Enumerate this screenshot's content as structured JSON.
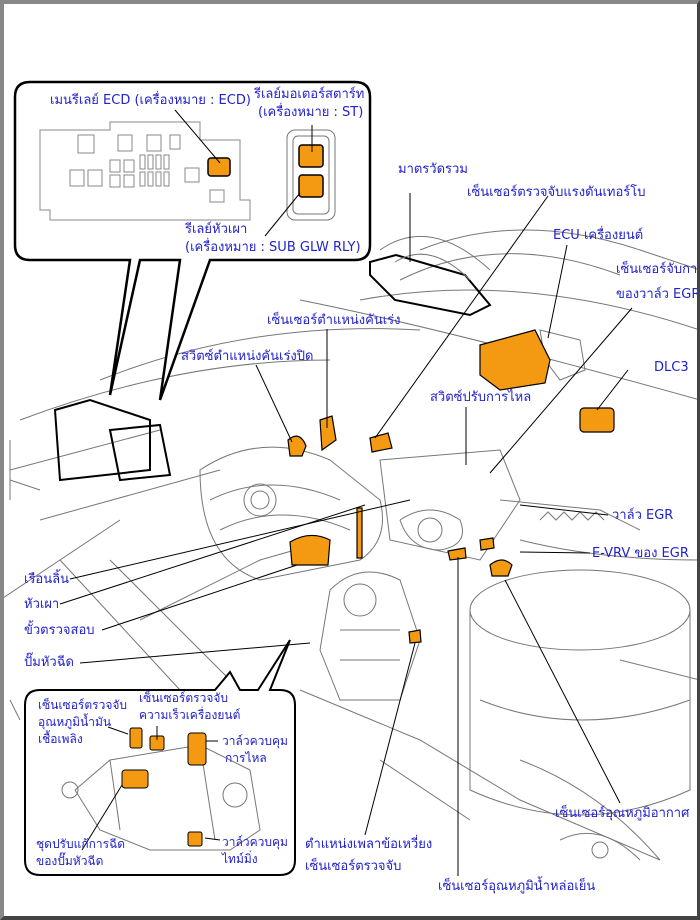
{
  "diagram": {
    "title": "Engine component location diagram (Thai labels)",
    "colors": {
      "label_text": "#2222cc",
      "component_fill": "#f39a12",
      "line": "#000000",
      "sketch": "#777777"
    },
    "relay_box_callout": {
      "labels": {
        "ecd_relay": "เมนรีเลย์ ECD (เครื่องหมาย : ECD)",
        "starter_relay_1": "รีเลย์มอเตอร์สตาร์ท",
        "starter_relay_2": "(เครื่องหมาย : ST)",
        "glow_relay_1": "รีเลย์หัวเผา",
        "glow_relay_2": "(เครื่องหมาย : SUB GLW RLY)"
      }
    },
    "engine_labels": {
      "combination_meter": "มาตรวัดรวม",
      "turbo_pressure_sensor": "เซ็นเซอร์ตรวจจับแรงดันเทอร์โบ",
      "engine_ecu": "ECU เครื่องยนต์",
      "egr_sensor_1": "เซ็นเซอร์จับกา",
      "egr_sensor_2": "ของวาล์ว EGR",
      "accel_position_sensor": "เซ็นเซอร์ตำแหน่งคันเร่ง",
      "idle_switch": "สวิตซ์ตำแหน่งคันเร่งปิด",
      "flow_adjust_switch": "สวิตซ์ปรับการไหล",
      "dlc3": "DLC3",
      "egr_valve": "วาล์ว EGR",
      "egr_evrv": "E-VRV ของ EGR",
      "throttle_body": "เรือนลิ้น",
      "glow_plug": "หัวเผา",
      "check_terminal": "ขั้วตรวจสอบ",
      "injection_pump": "ปั๊มหัวฉีด",
      "crank_sensor_1": "ตำแหน่งเพลาข้อเหวี่ยง",
      "crank_sensor_2": "เซ็นเซอร์ตรวจจับ",
      "coolant_temp_sensor": "เซ็นเซอร์อุณหภูมิน้ำหล่อเย็น",
      "intake_air_temp_sensor": "เซ็นเซอร์อุณหภูมิอากาศ"
    },
    "pump_callout": {
      "labels": {
        "fuel_temp_1": "เซ็นเซอร์ตรวจจับ",
        "fuel_temp_2": "อุณหภูมิน้ำมัน",
        "fuel_temp_3": "เชื้อเพลิง",
        "engine_speed_1": "เซ็นเซอร์ตรวจจับ",
        "engine_speed_2": "ความเร็วเครื่องยนต์",
        "spill_valve_1": "วาล์วควบคุม",
        "spill_valve_2": "การไหล",
        "timing_adjuster_1": "ชุดปรับแก้การฉีด",
        "timing_adjuster_2": "ของปั๊มหัวฉีด",
        "timing_valve_1": "วาล์วควบคุม",
        "timing_valve_2": "ไทม์มิ่ง"
      }
    }
  }
}
